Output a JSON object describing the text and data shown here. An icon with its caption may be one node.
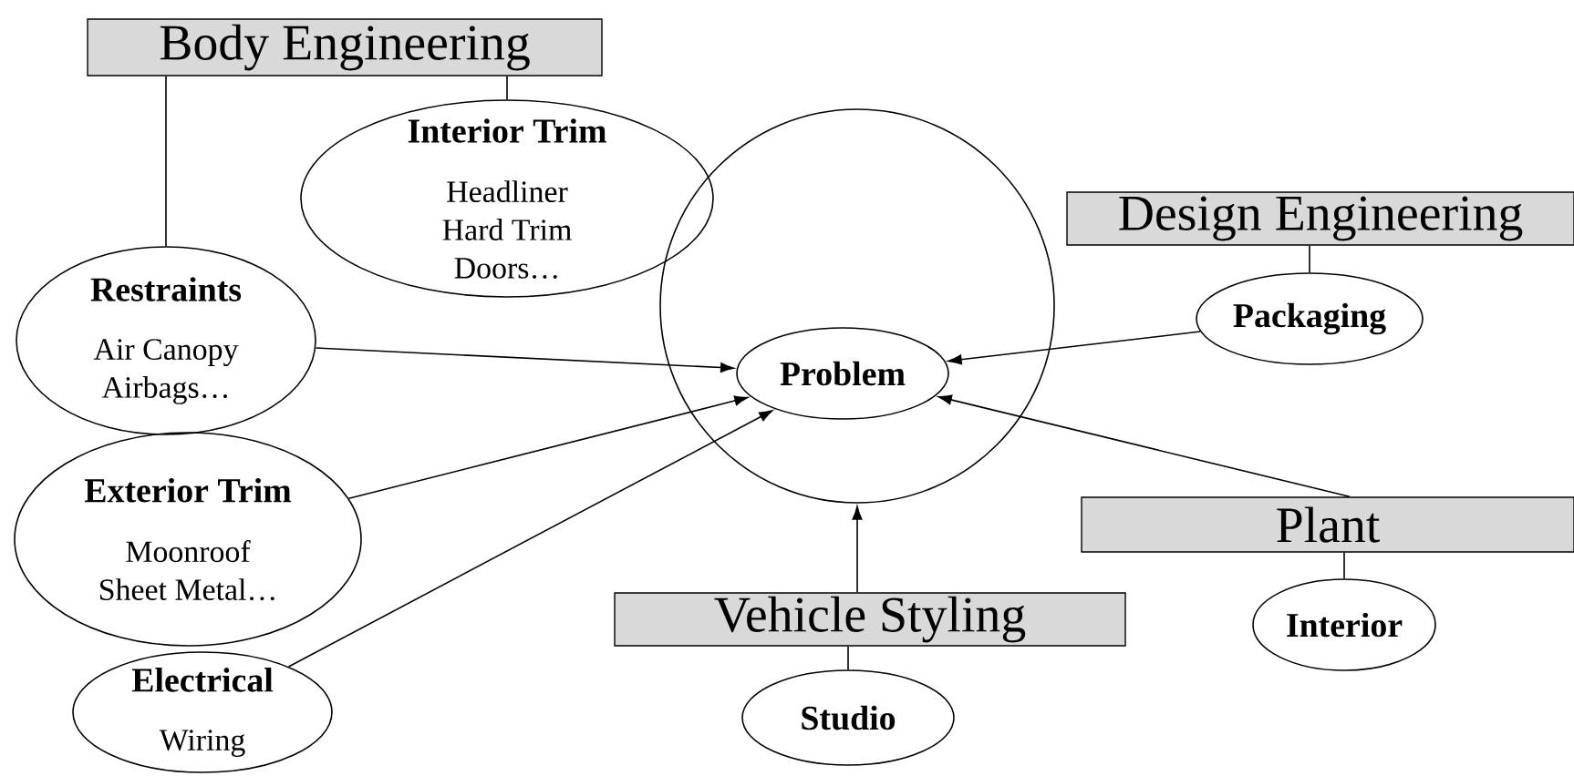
{
  "diagram": {
    "nodes": [
      {
        "text": [
          "Body Engineering"
        ]
      },
      {
        "text": [
          "Interior Trim",
          "Headliner Hard Trim Doors…"
        ]
      },
      {
        "text": [],
        "shape": "circle"
      },
      {
        "text": [
          "Design Engineering"
        ]
      },
      {
        "text": [
          "Restraints",
          "Air Canopy Airbags…"
        ]
      },
      {
        "text": [
          "Problem"
        ],
        "in": 2
      },
      {
        "text": [
          "Packaging"
        ]
      },
      {
        "text": [
          "Exterior Trim",
          "Moonroof Sheet Metal…"
        ]
      },
      {
        "text": [
          "Plant"
        ]
      },
      {
        "text": [
          "Vehicle Styling"
        ]
      },
      {
        "text": [
          "Interior"
        ]
      },
      {
        "text": [
          "Electrical",
          "Wiring"
        ]
      },
      {
        "text": [
          "Studio"
        ]
      }
    ],
    "edges": [
      {
        "from": 0,
        "to": 1,
        "arrow": "none"
      },
      {
        "from": 0,
        "to": 4,
        "arrow": "none"
      },
      {
        "from": 3,
        "to": 6,
        "arrow": "none"
      },
      {
        "from": 4,
        "to": 5,
        "arrow": "to"
      },
      {
        "from": 6,
        "to": 5,
        "arrow": "to"
      },
      {
        "from": 7,
        "to": 5,
        "arrow": "to"
      },
      {
        "from": 11,
        "to": 5,
        "arrow": "to"
      },
      {
        "from": 8,
        "to": 5,
        "arrow": "to"
      },
      {
        "from": 9,
        "to": 2,
        "arrow": "to"
      },
      {
        "from": 9,
        "to": 12,
        "arrow": "none"
      },
      {
        "from": 8,
        "to": 10,
        "arrow": "none"
      }
    ]
  }
}
